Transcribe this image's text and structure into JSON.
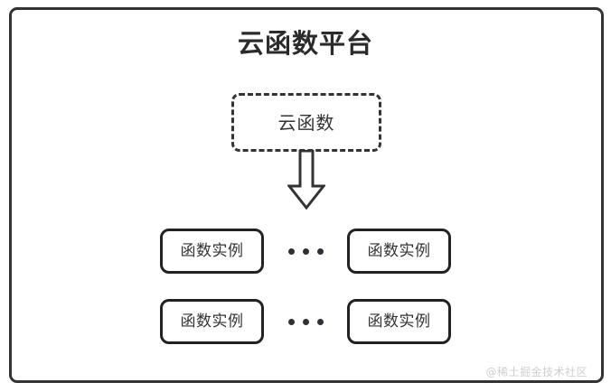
{
  "diagram": {
    "title": "云函数平台",
    "function_box": {
      "label": "云函数",
      "border_style": "dashed"
    },
    "arrow": {
      "name": "down-block-arrow",
      "direction": "down"
    },
    "ellipsis_text": "...",
    "rows": [
      {
        "left_instance": "函数实例",
        "ellipsis": "...",
        "right_instance": "函数实例"
      },
      {
        "left_instance": "函数实例",
        "ellipsis": "...",
        "right_instance": "函数实例"
      }
    ],
    "watermark": "@稀土掘金技术社区",
    "colors": {
      "frame_stroke": "#333333",
      "box_stroke": "#222222",
      "text": "#333333",
      "title_text": "#2b2b2b",
      "watermark_text": "#cfcfcf",
      "background": "#ffffff",
      "dot": "#2f2f38"
    }
  }
}
